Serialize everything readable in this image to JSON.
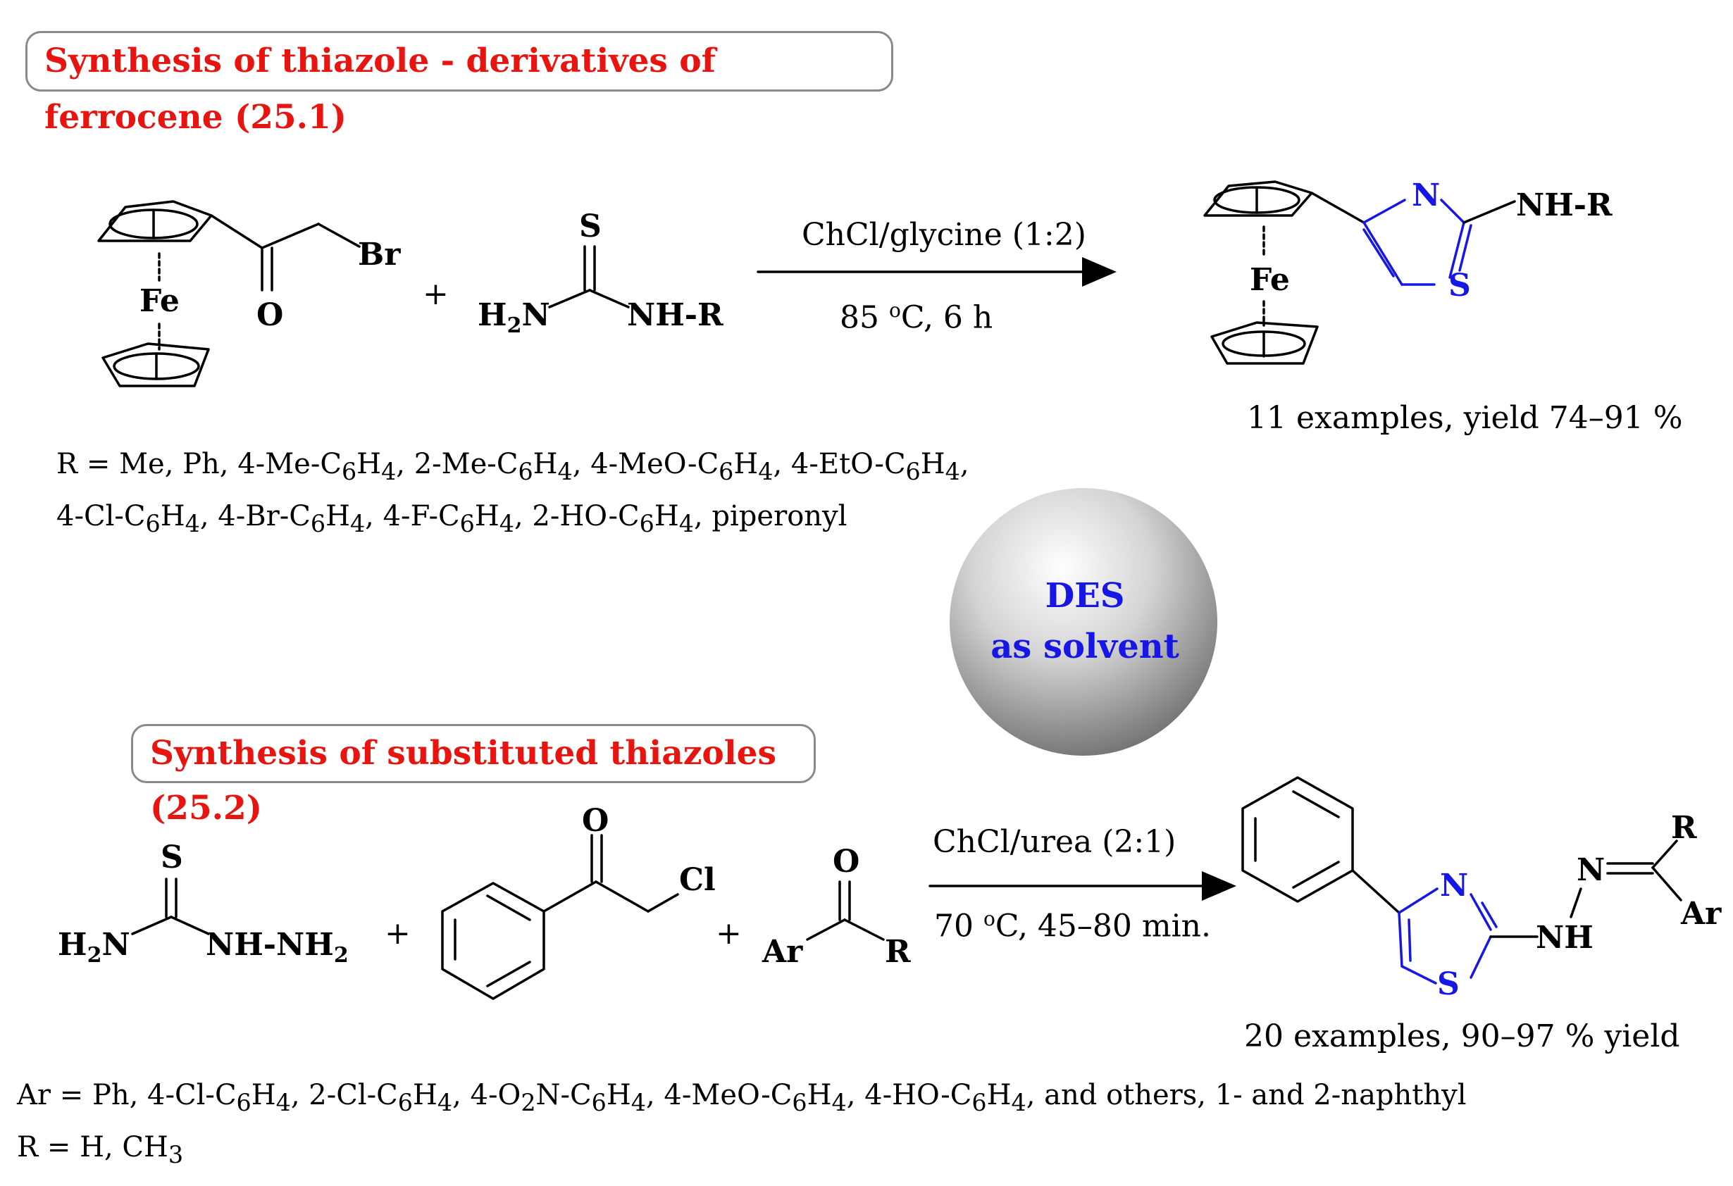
{
  "top": {
    "banner": "Synthesis of thiazole - derivatives of ferrocene (25.1)",
    "reagent_left": {
      "fe": "Fe",
      "o": "O",
      "br": "Br"
    },
    "plus": "+",
    "thiourea": {
      "s": "S",
      "h2n": "H2N",
      "nhr": "NH-R"
    },
    "condition_top": "ChCl/glycine (1:2)",
    "condition_bottom": "85 °C, 6 h",
    "product": {
      "n": "N",
      "s": "S",
      "nhr": "NH-R",
      "fe": "Fe"
    },
    "examples": "11 examples, yield 74–91 %",
    "r_line1": "R = Me, Ph, 4-Me-C6H4, 2-Me-C6H4, 4-MeO-C6H4, 4-EtO-C6H4,",
    "r_line2": "4-Cl-C6H4, 4-Br-C6H4, 4-F-C6H4, 2-HO-C6H4, piperonyl"
  },
  "center": {
    "line1": "DES",
    "line2": "as solvent"
  },
  "bottom": {
    "banner": "Synthesis of substituted thiazoles (25.2)",
    "thiosemicarbazide": {
      "s": "S",
      "h2n": "H2N",
      "nhnh2": "NH-NH2"
    },
    "plus1": "+",
    "chloroacetophenone": {
      "o": "O",
      "cl": "Cl"
    },
    "plus2": "+",
    "carbonyl": {
      "o": "O",
      "ar": "Ar",
      "r": "R"
    },
    "condition_top": "ChCl/urea (2:1)",
    "condition_bottom": "70 °C, 45–80 min.",
    "product": {
      "n": "N",
      "s": "S",
      "n2": "N",
      "nh": "NH",
      "r": "R",
      "ar": "Ar"
    },
    "examples": "20 examples, 90–97 % yield",
    "ar_line": "Ar = Ph, 4-Cl-C6H4, 2-Cl-C6H4, 4-O2N-C6H4, 4-MeO-C6H4, 4-HO-C6H4, and others, 1- and 2-naphthyl",
    "r_line": "R = H, CH3"
  },
  "colors": {
    "banner_text": "#e8140f",
    "thiazole": "#1616e6",
    "banner_border": "#8a8a8a"
  }
}
